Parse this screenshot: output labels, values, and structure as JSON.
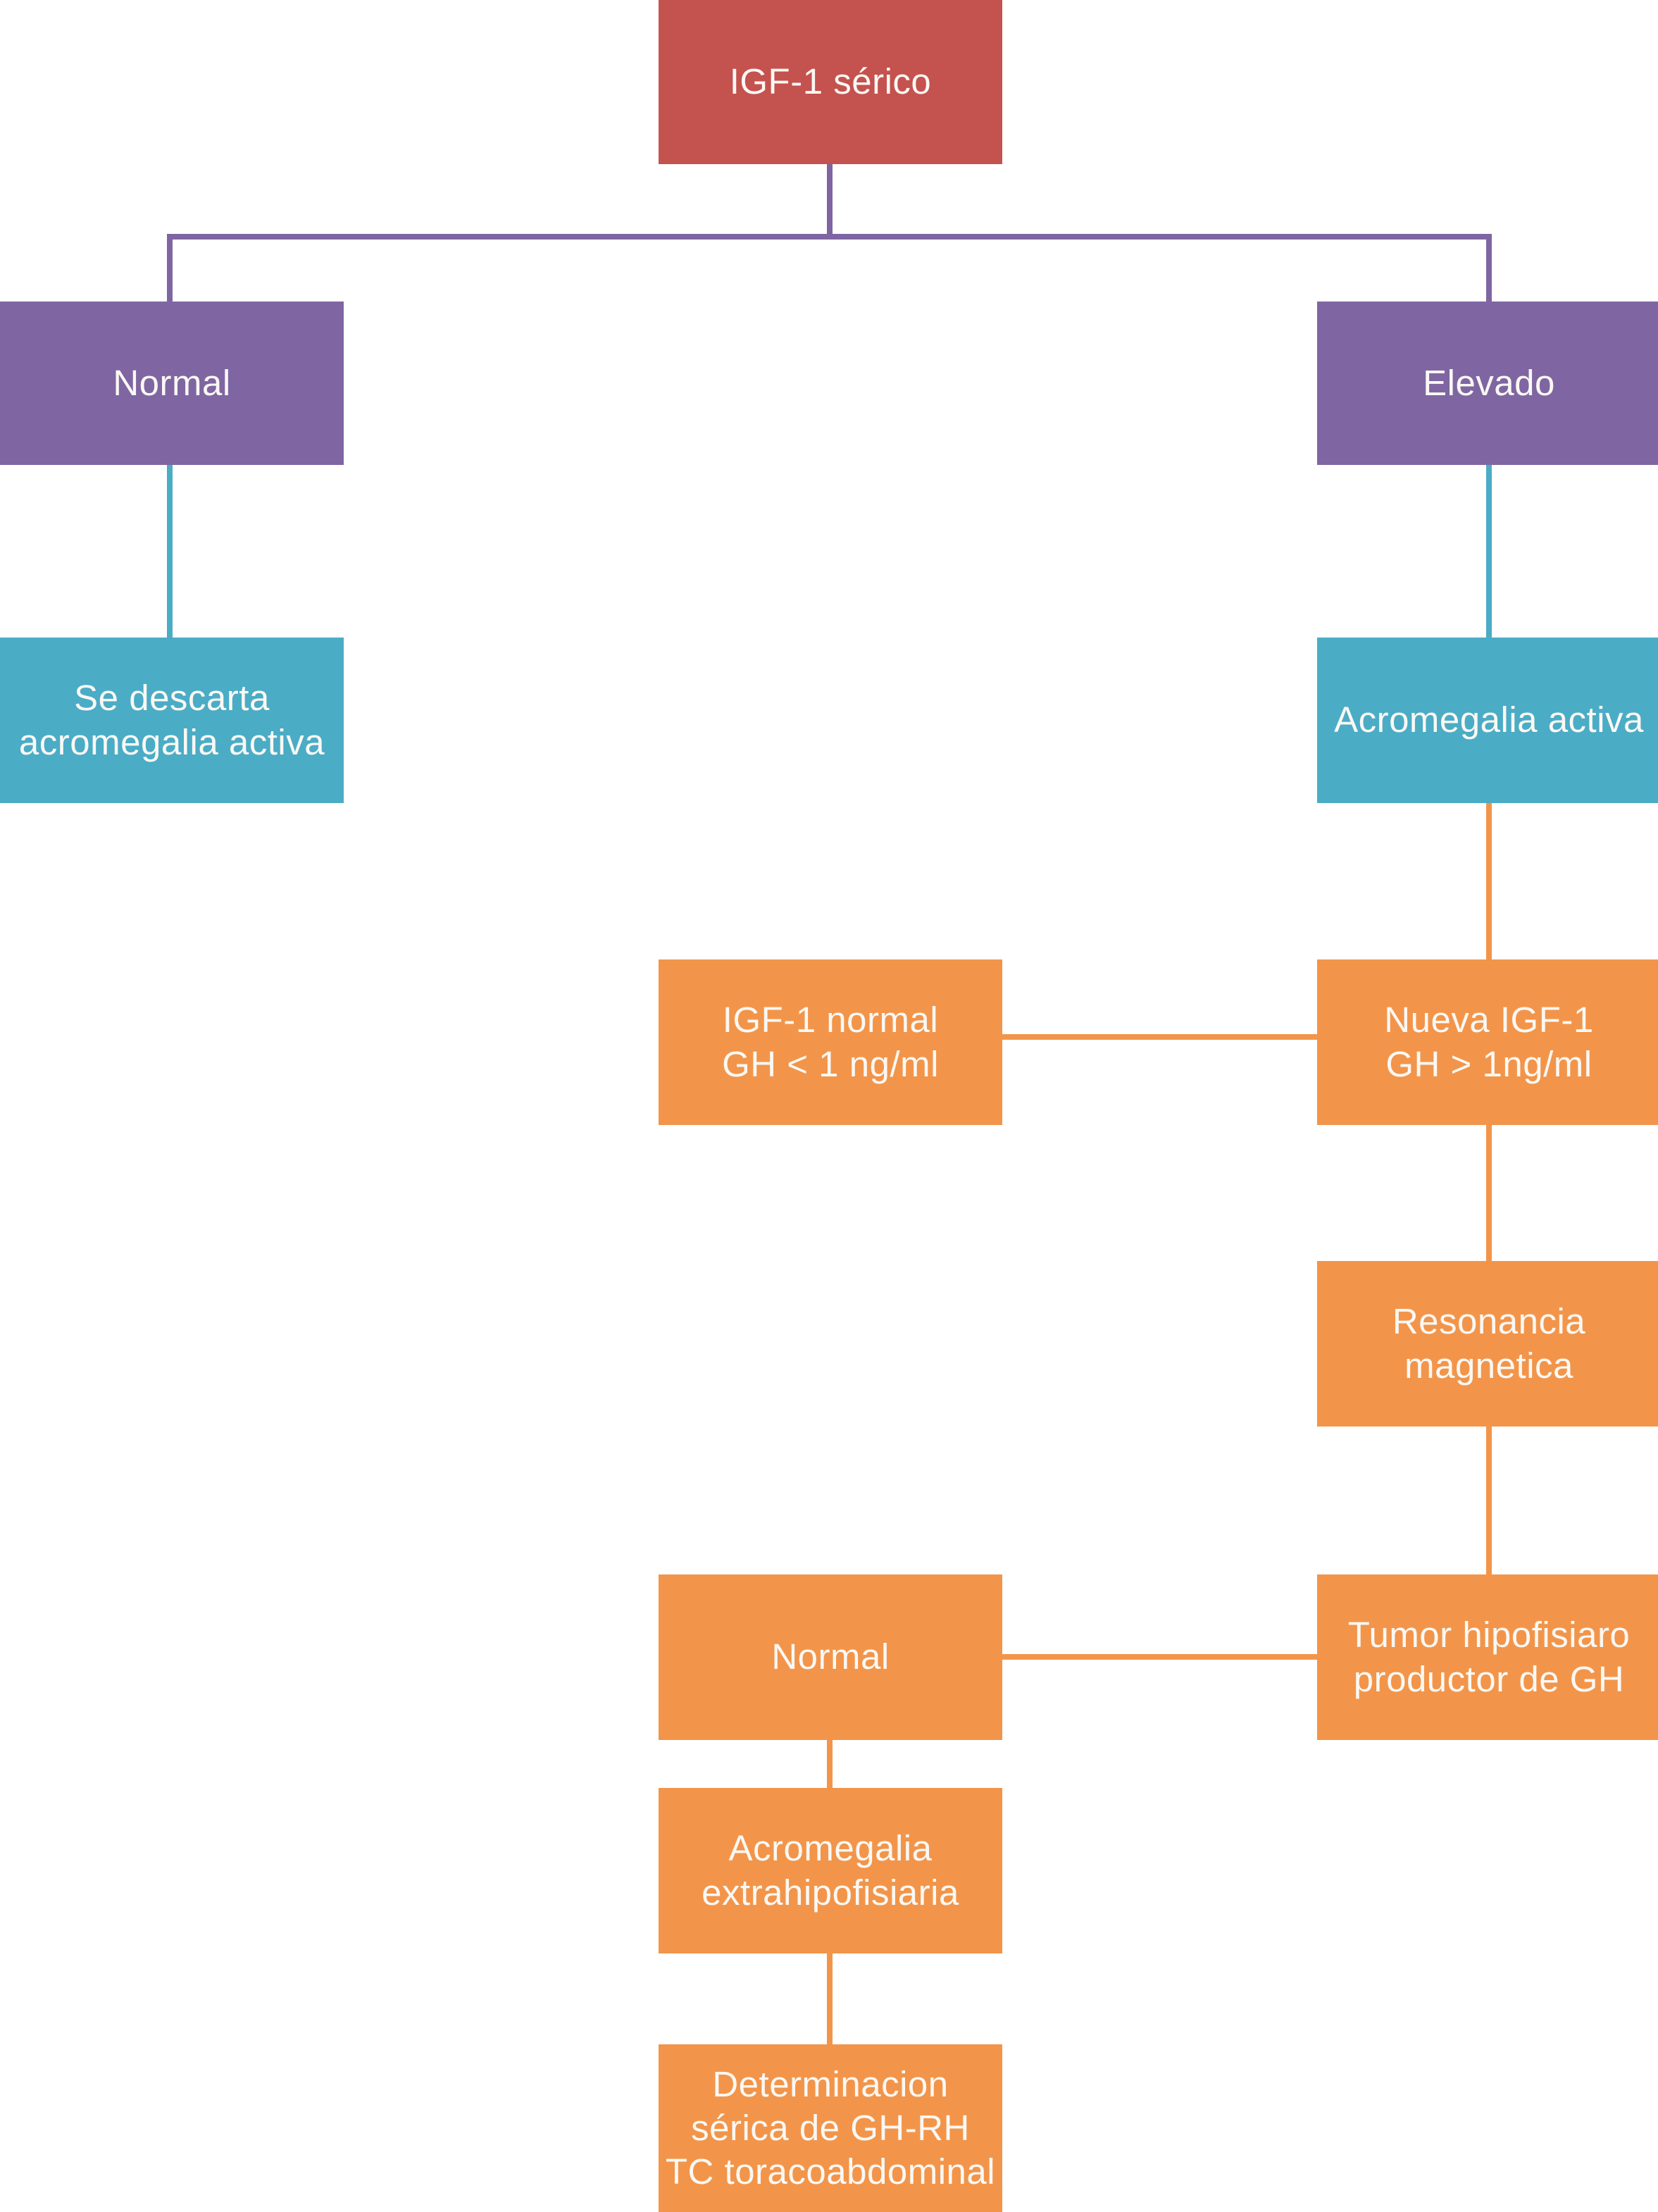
{
  "palette": {
    "red": "#c4524e",
    "purple": "#7f66a2",
    "teal": "#4bacc6",
    "orange": "#f2954a",
    "text": "#faf8f4",
    "bg": "#ffffff"
  },
  "flowchart": {
    "nodes": {
      "igf1_serico": {
        "label": "IGF-1 sérico",
        "color": "red"
      },
      "normal_left": {
        "label": "Normal",
        "color": "purple"
      },
      "elevado": {
        "label": "Elevado",
        "color": "purple"
      },
      "se_descarta": {
        "label": "Se descarta\nacromegalia activa",
        "color": "teal"
      },
      "acromegalia_activa": {
        "label": "Acromegalia activa",
        "color": "teal"
      },
      "igf1_normal": {
        "label": "IGF-1 normal\nGH < 1 ng/ml",
        "color": "orange"
      },
      "nueva_igf1": {
        "label": "Nueva IGF-1\nGH > 1ng/ml",
        "color": "orange"
      },
      "resonancia": {
        "label": "Resonancia\nmagnetica",
        "color": "orange"
      },
      "normal_center": {
        "label": "Normal",
        "color": "orange"
      },
      "tumor_hipofisiario": {
        "label": "Tumor hipofisiaro\nproductor de GH",
        "color": "orange"
      },
      "acromegalia_extra": {
        "label": "Acromegalia\nextrahipofisiaria",
        "color": "orange"
      },
      "determinacion": {
        "label": "Determinacion\nsérica de GH-RH\nTC toracoabdominal",
        "color": "orange"
      }
    },
    "edges": [
      {
        "from": "igf1_serico",
        "to": "normal_left"
      },
      {
        "from": "igf1_serico",
        "to": "elevado"
      },
      {
        "from": "normal_left",
        "to": "se_descarta"
      },
      {
        "from": "elevado",
        "to": "acromegalia_activa"
      },
      {
        "from": "acromegalia_activa",
        "to": "nueva_igf1"
      },
      {
        "from": "nueva_igf1",
        "to": "igf1_normal"
      },
      {
        "from": "nueva_igf1",
        "to": "resonancia"
      },
      {
        "from": "resonancia",
        "to": "tumor_hipofisiario"
      },
      {
        "from": "tumor_hipofisiario",
        "to": "normal_center"
      },
      {
        "from": "normal_center",
        "to": "acromegalia_extra"
      },
      {
        "from": "acromegalia_extra",
        "to": "determinacion"
      }
    ]
  }
}
